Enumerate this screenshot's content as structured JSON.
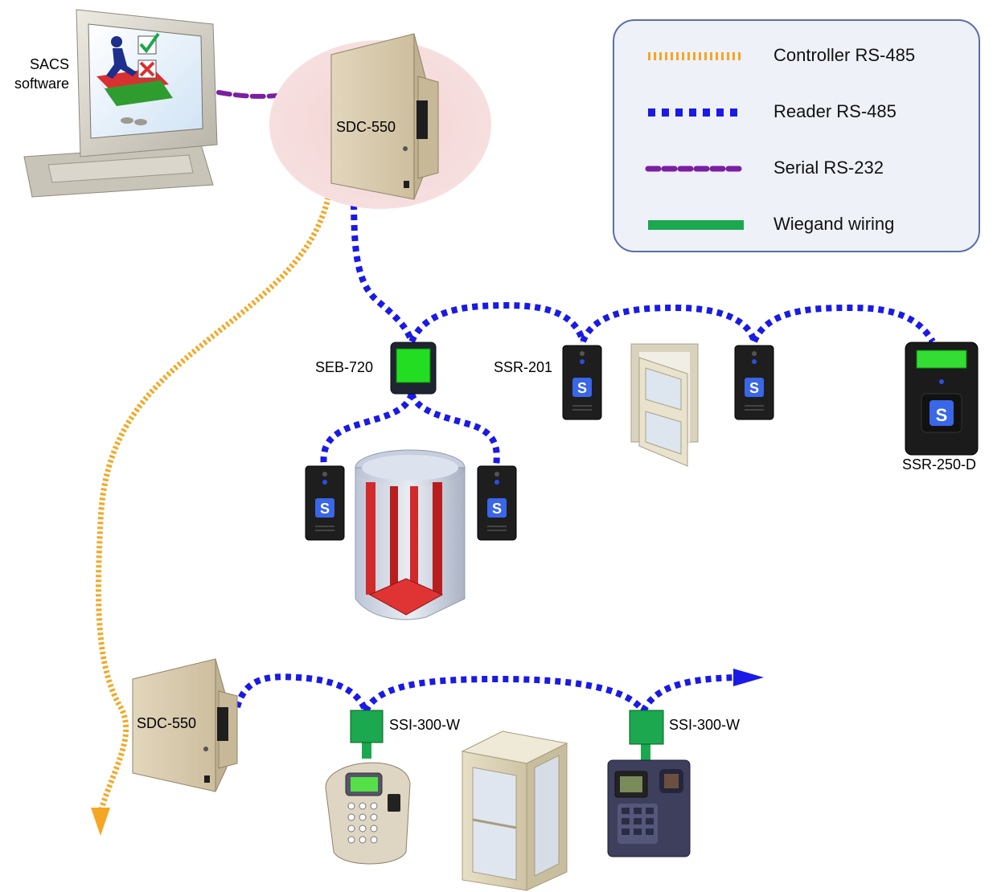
{
  "legend": {
    "items": [
      {
        "label": "Controller RS-485",
        "color": "#F5A623",
        "style": "controller"
      },
      {
        "label": "Reader RS-485",
        "color": "#1A1AE6",
        "style": "reader"
      },
      {
        "label": "Serial RS-232",
        "color": "#7B1FA2",
        "style": "serial"
      },
      {
        "label": "Wiegand wiring",
        "color": "#1BA84E",
        "style": "wiegand"
      }
    ]
  },
  "labels": {
    "software_line1": "SACS",
    "software_line2": "software",
    "controller_top": "SDC-550",
    "controller_bottom": "SDC-550",
    "expansion_board": "SEB-720",
    "reader_201": "SSR-201",
    "reader_250d": "SSR-250-D",
    "interface_1": "SSI-300-W",
    "interface_2": "SSI-300-W"
  },
  "colors": {
    "controller_rs485": "#F5A623",
    "reader_rs485": "#1A1AE6",
    "serial_rs232": "#7B1FA2",
    "wiegand": "#1BA84E",
    "cabinet": "#D8CBAE",
    "reader_body": "#1E1E1E",
    "lcd_green": "#33DD33"
  },
  "icons": [
    "computer-icon",
    "controller-cabinet-icon",
    "expansion-board-icon",
    "proximity-reader-icon",
    "door-icon",
    "display-reader-icon",
    "turnstile-icon",
    "wiegand-interface-icon",
    "keypad-reader-icon",
    "fingerprint-reader-icon",
    "booth-door-icon"
  ]
}
